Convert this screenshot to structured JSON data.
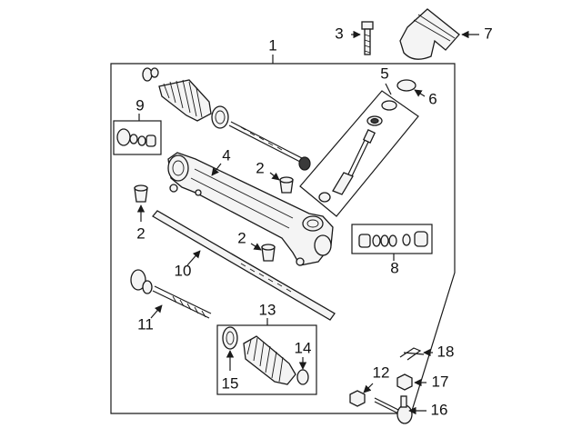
{
  "callouts": {
    "c1": "1",
    "c2a": "2",
    "c2b": "2",
    "c2c": "2",
    "c3": "3",
    "c4": "4",
    "c5": "5",
    "c6": "6",
    "c7": "7",
    "c8": "8",
    "c9": "9",
    "c10": "10",
    "c11": "11",
    "c12": "12",
    "c13": "13",
    "c14": "14",
    "c15": "15",
    "c16": "16",
    "c17": "17",
    "c18": "18"
  },
  "colors": {
    "line": "#1a1a1a",
    "part_fill": "#f4f4f4",
    "background": "#ffffff"
  }
}
